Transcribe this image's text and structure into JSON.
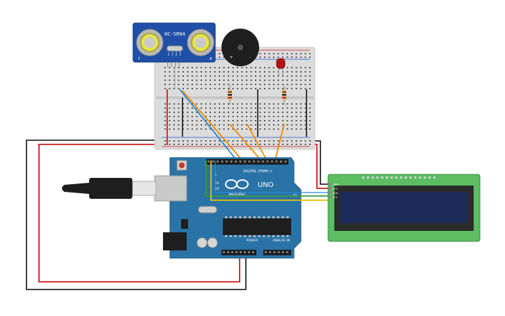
{
  "sensor": {
    "model": "HC-SR04",
    "pin_labels": [
      "Vcc",
      "Trig",
      "Echo",
      "Gnd"
    ],
    "left_mark": "T",
    "right_mark": "R"
  },
  "buzzer": {
    "plus": "+",
    "minus": "-"
  },
  "arduino": {
    "brand": "ARDUINO",
    "model": "UNO",
    "digital_label": "DIGITAL (PWM~)",
    "power_label": "POWER",
    "analog_label": "ANALOG IN",
    "led_labels": [
      "L",
      "TX",
      "RX"
    ],
    "on_label": "ON"
  },
  "lcd": {
    "pin_labels": [
      "GND",
      "VCC",
      "SDA",
      "SCL"
    ]
  },
  "colors": {
    "breadboard": "#dcdcdc",
    "arduino_board": "#2a73a6",
    "lcd_board": "#5cbd63",
    "lcd_screen": "#1c2a5a",
    "sensor_board": "#1f4fa6",
    "wire_red": "#d11a1a",
    "wire_black": "#2a2a2a",
    "wire_orange": "#f08a00",
    "wire_blue": "#2a8ad6",
    "wire_green": "#3a9a3a",
    "wire_yellow": "#e6c200"
  }
}
